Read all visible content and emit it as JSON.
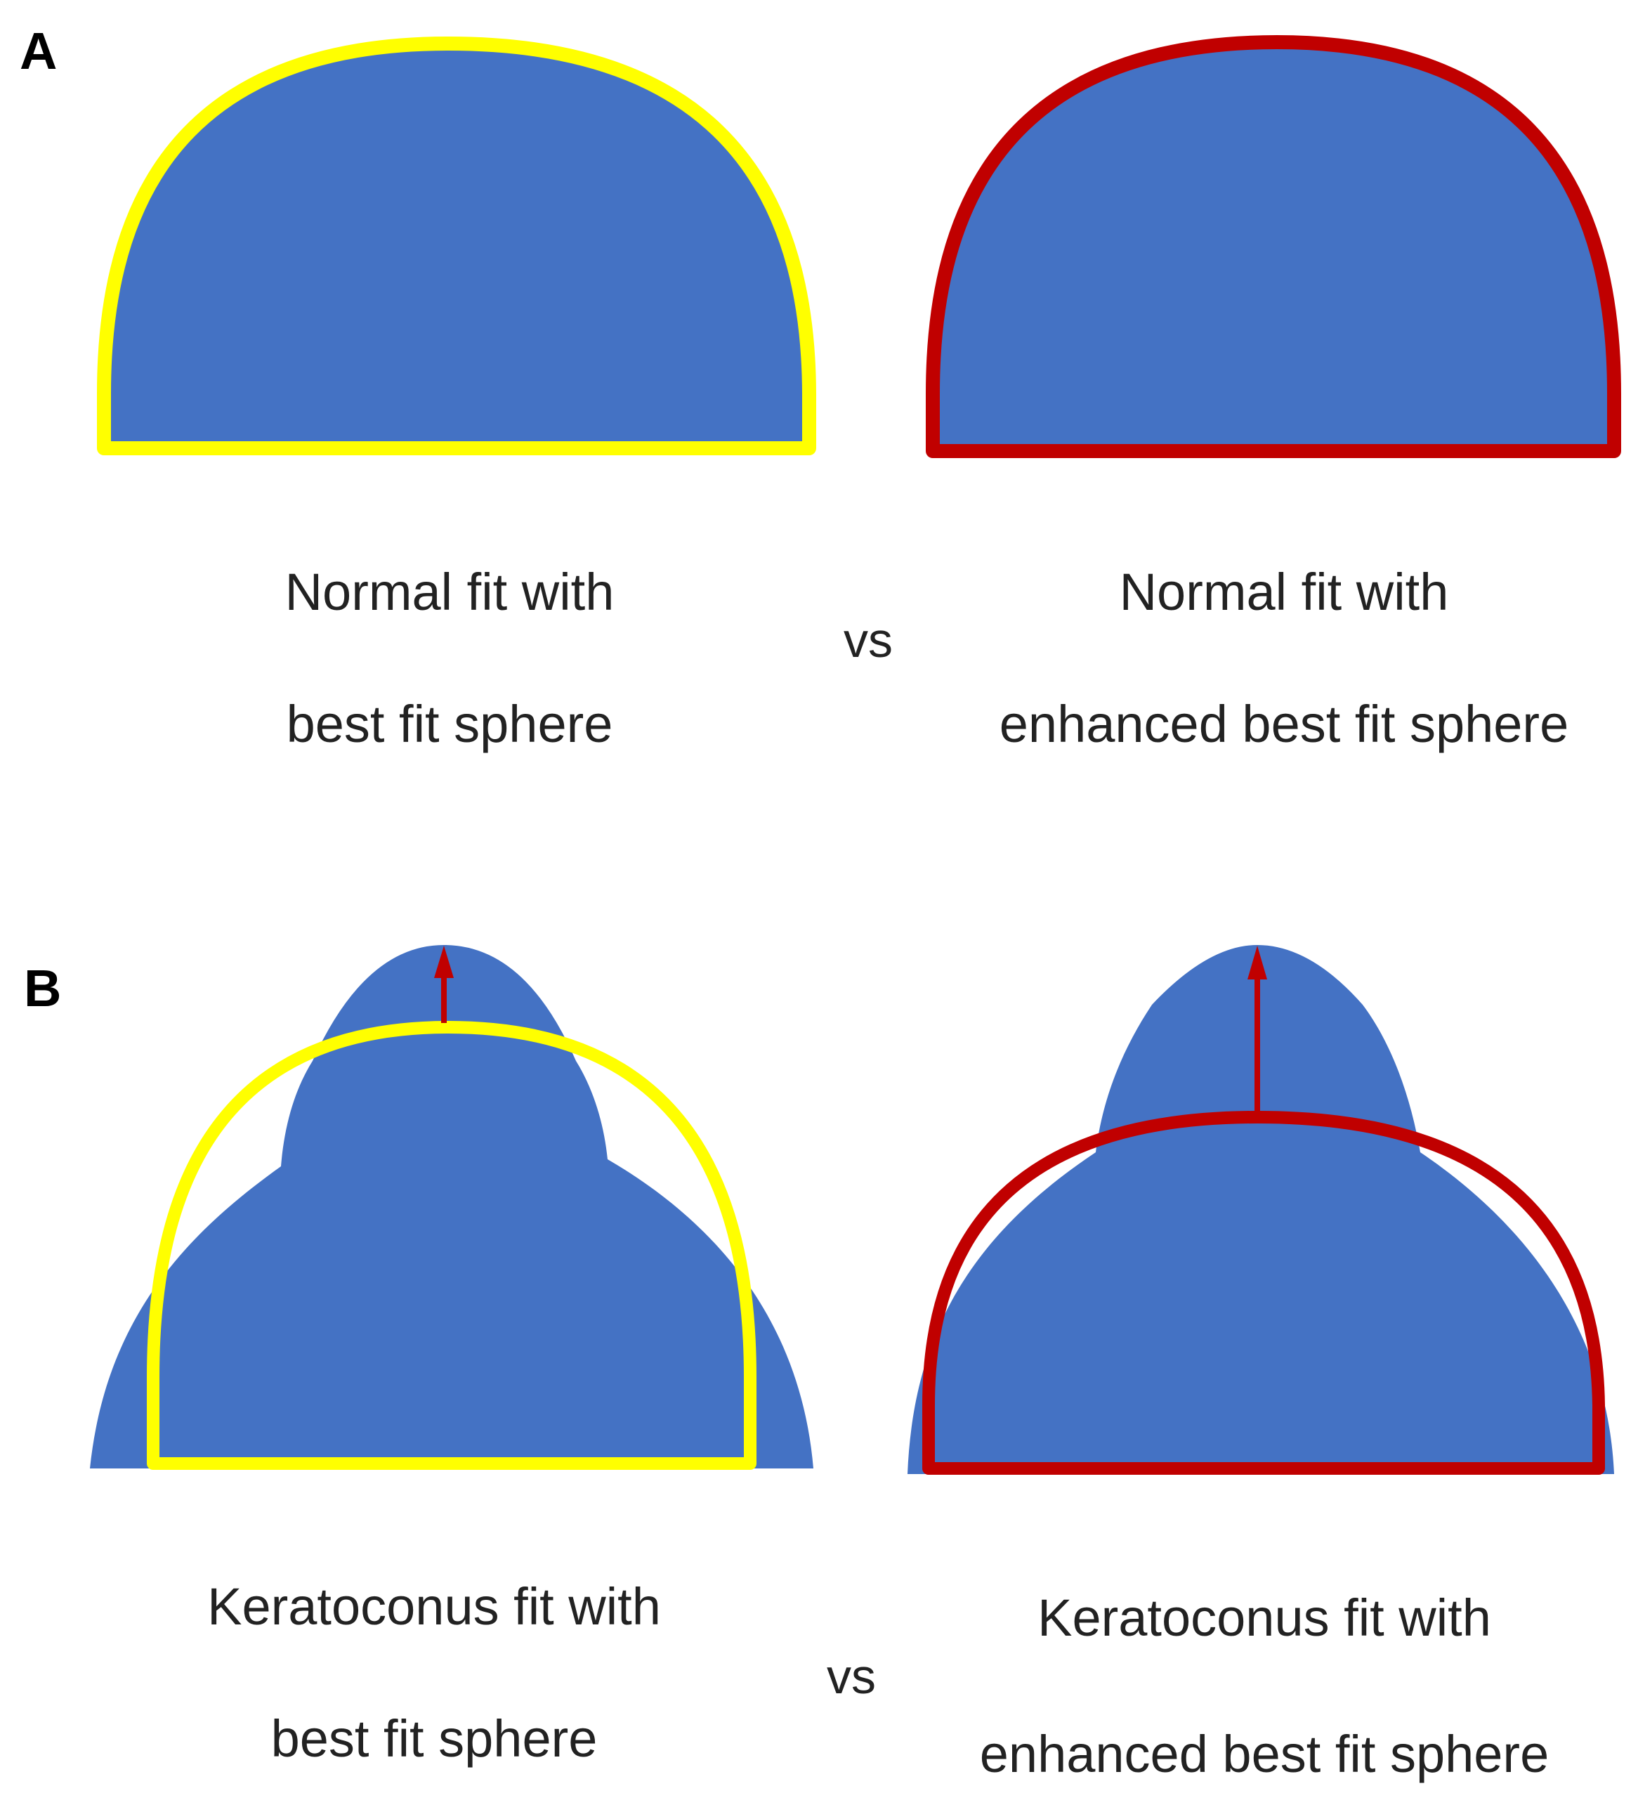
{
  "colors": {
    "cornea_fill": "#4472C4",
    "best_fit_sphere": "#FFFF00",
    "enhanced_best_fit_sphere": "#C00000",
    "text": "#222222",
    "label": "#000000"
  },
  "panels": [
    {
      "letter": "A",
      "left_caption": [
        "Normal fit with",
        "best fit sphere"
      ],
      "vs": "vs",
      "right_caption": [
        "Normal fit with",
        "enhanced best fit sphere"
      ]
    },
    {
      "letter": "B",
      "left_caption": [
        "Keratoconus fit with",
        "best fit sphere"
      ],
      "vs": "vs",
      "right_caption": [
        "Keratoconus fit with",
        "enhanced best fit sphere"
      ]
    }
  ]
}
